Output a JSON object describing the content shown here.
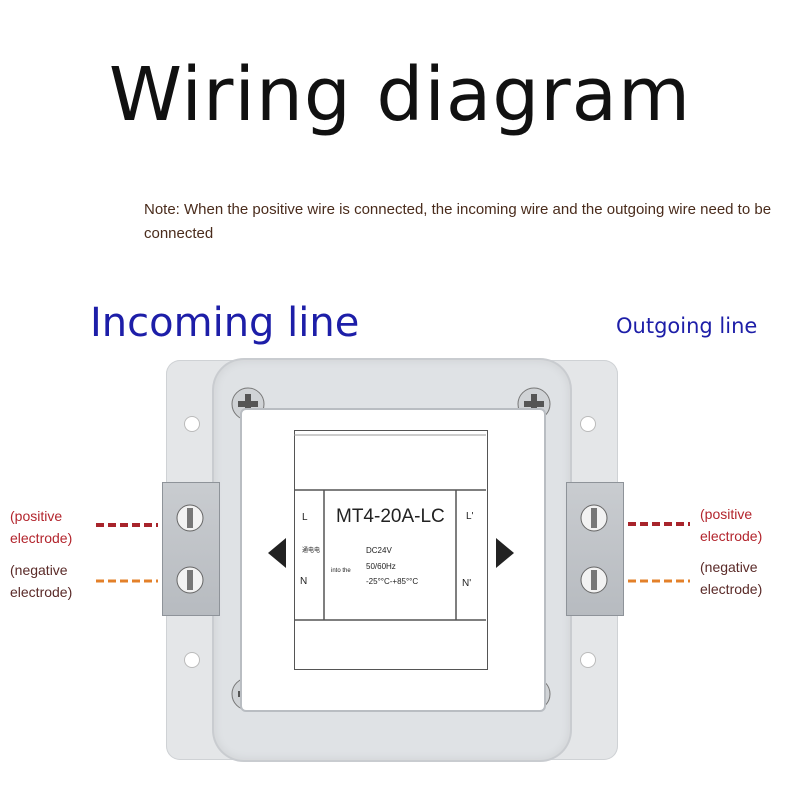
{
  "title": "Wiring diagram",
  "note": "Note: When the positive wire is connected, the incoming wire and the outgoing wire need to be connected",
  "incoming_label": "Incoming line",
  "outgoing_label": "Outgoing line",
  "left_labels": {
    "positive": "(positive electrode)",
    "negative": "(negative electrode)"
  },
  "right_labels": {
    "positive": "(positive electrode)",
    "negative": "(negative electrode)"
  },
  "device": {
    "model": "MT4-20A-LC",
    "spec_lines": [
      "DC24V",
      "50/60Hz",
      "-25°°C-+85°°C"
    ],
    "terminal_L": "L",
    "terminal_N": "N",
    "terminal_L_out": "L'",
    "terminal_N_out": "N'",
    "small_text_1": "通电电",
    "small_text_2": "into the"
  },
  "colors": {
    "title": "#111111",
    "label_blue": "#1d1ea8",
    "positive": "#b3252d",
    "negative": "#e07a1d"
  },
  "icons": [
    "cross-screw-icon",
    "terminal-screw-icon",
    "arrow-left-icon",
    "arrow-right-icon"
  ]
}
